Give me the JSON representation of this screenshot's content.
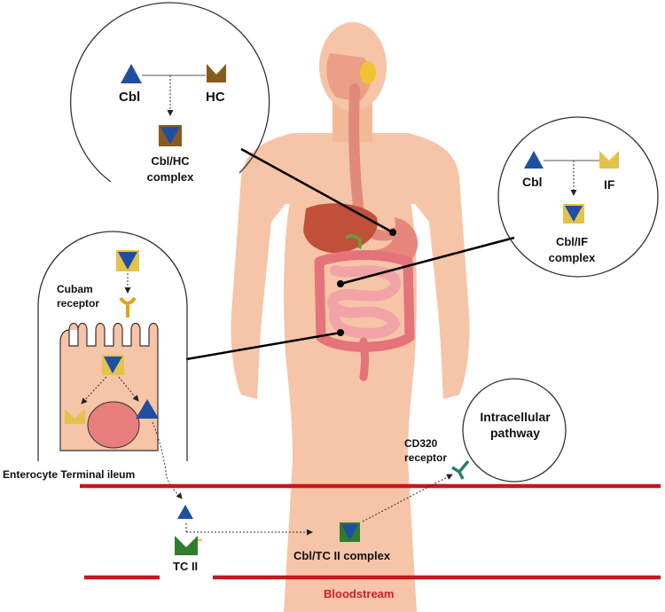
{
  "hc_bubble": {
    "cbl_label": "Cbl",
    "hc_label": "HC",
    "complex_label_line1": "Cbl/HC",
    "complex_label_line2": "complex"
  },
  "if_bubble": {
    "cbl_label": "Cbl",
    "if_label": "IF",
    "complex_label_line1": "Cbl/IF",
    "complex_label_line2": "complex"
  },
  "enterocyte": {
    "receptor_label_line1": "Cubam",
    "receptor_label_line2": "receptor",
    "cell_label": "Enterocyte Terminal ileum"
  },
  "intracellular": {
    "label_line1": "Intracellular",
    "label_line2": "pathway",
    "receptor_label_line1": "CD320",
    "receptor_label_line2": "receptor"
  },
  "bloodstream": {
    "tc_label": "TC II",
    "complex_label": "Cbl/TC II complex",
    "label": "Bloodstream"
  },
  "colors": {
    "cbl": "#1f4fa3",
    "hc": "#8a5a1c",
    "if": "#e4c34a",
    "tc": "#2f7d2f",
    "vessel": "#c8161d",
    "skin": "#f6c4a6"
  }
}
